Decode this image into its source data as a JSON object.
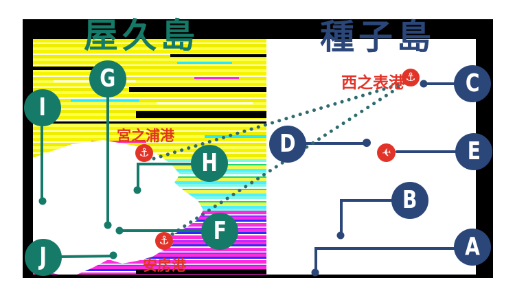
{
  "titles": {
    "yakushima": "屋久島",
    "tanegashima": "種子島"
  },
  "colors": {
    "yakushima_accent": "#157a68",
    "tanegashima_accent": "#2b4679",
    "port_red": "#e23328",
    "route_dot": "#2f6b6e",
    "frame": "#000000"
  },
  "markers": [
    {
      "label": "A",
      "island": "種子島"
    },
    {
      "label": "B",
      "island": "種子島"
    },
    {
      "label": "C",
      "island": "種子島"
    },
    {
      "label": "D",
      "island": "種子島"
    },
    {
      "label": "E",
      "island": "種子島"
    },
    {
      "label": "F",
      "island": "屋久島"
    },
    {
      "label": "G",
      "island": "屋久島"
    },
    {
      "label": "H",
      "island": "屋久島"
    },
    {
      "label": "I",
      "island": "屋久島"
    },
    {
      "label": "J",
      "island": "屋久島"
    }
  ],
  "ports": [
    {
      "name": "宮之浦港",
      "island": "屋久島",
      "icon": "anchor"
    },
    {
      "name": "安房港",
      "island": "屋久島",
      "icon": "anchor"
    },
    {
      "name": "西之表港",
      "island": "種子島",
      "icon": "anchor"
    }
  ],
  "airport": {
    "island": "種子島",
    "icon": "airplane"
  },
  "icons": {
    "anchor": "⚓",
    "airplane": "✈"
  },
  "routes": [
    {
      "from": "宮之浦港",
      "to": "西之表港",
      "style": "dotted"
    },
    {
      "from": "安房港",
      "to": "西之表港",
      "style": "dotted"
    }
  ]
}
